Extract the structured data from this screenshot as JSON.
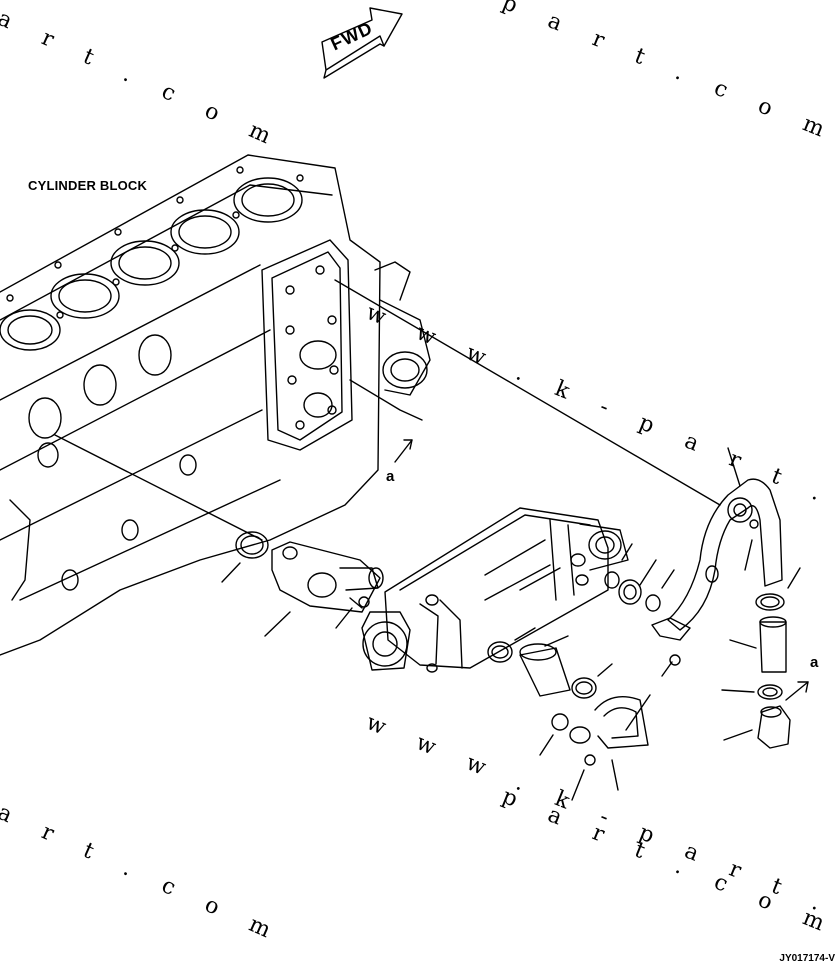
{
  "diagram": {
    "block_label": "CYLINDER BLOCK",
    "fwd_label": "FWD",
    "connector_label_1": "a",
    "connector_label_2": "a",
    "drawing_code": "JY017174-V"
  },
  "watermarks": [
    "a r t . c o m",
    "p a r t . c o m",
    "w w w . k - p a r t . c o m",
    "w w w . k - p a r t . c o m",
    "a r t . c o m",
    "p a r t . c o m"
  ]
}
